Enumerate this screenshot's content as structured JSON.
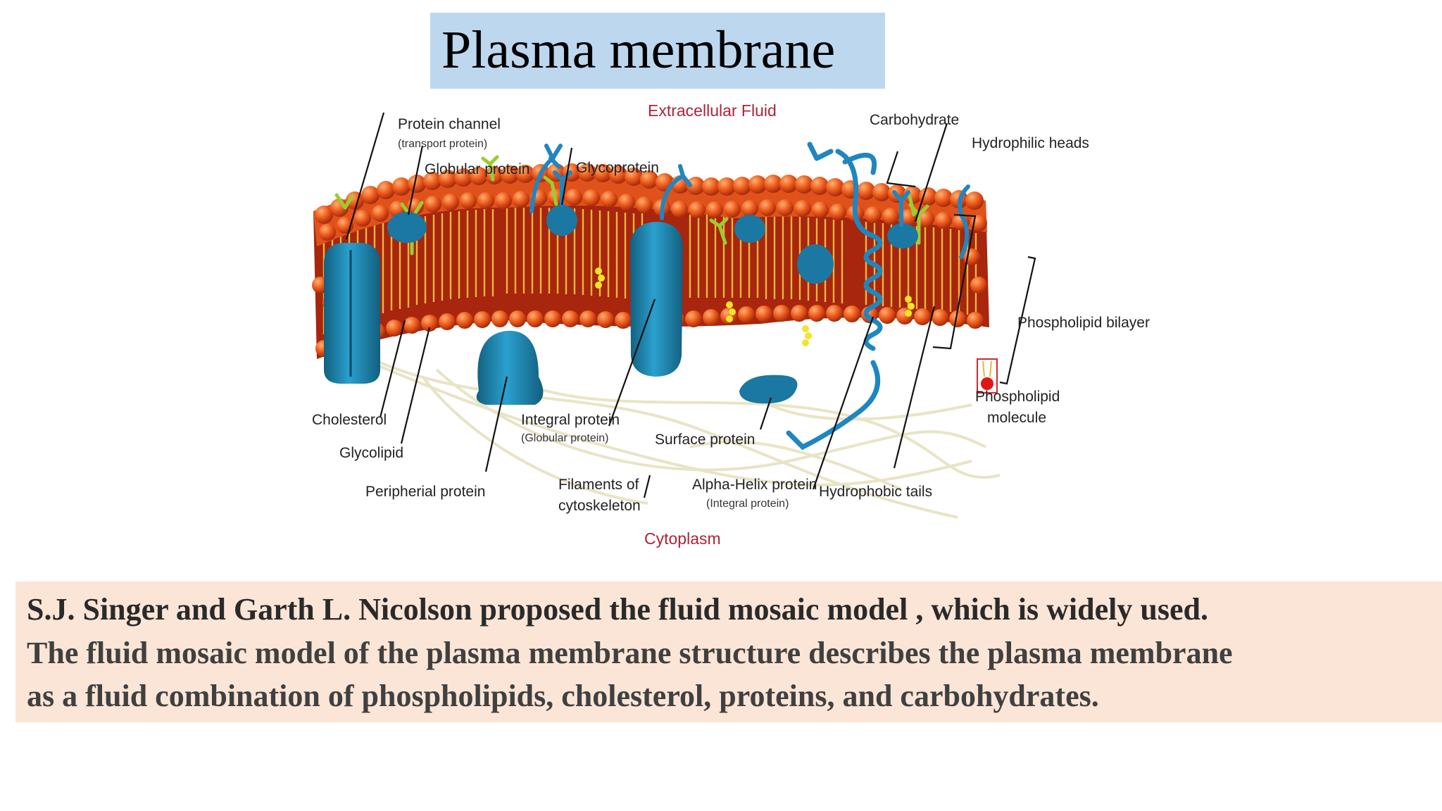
{
  "slide": {
    "title": "Plasma membrane",
    "body_lines": [
      "S.J. Singer and Garth L. Nicolson proposed the fluid mosaic model , which is widely used.",
      "The fluid mosaic model of the plasma membrane structure describes the plasma membrane",
      "as a fluid combination of phospholipids, cholesterol, proteins, and carbohydrates."
    ]
  },
  "diagram": {
    "region_top": "Extracellular Fluid",
    "region_bottom": "Cytoplasm",
    "labels": {
      "protein_channel": "Protein channel",
      "protein_channel_sub": "(transport protein)",
      "globular_protein": "Globular protein",
      "glycoprotein": "Glycoprotein",
      "carbohydrate": "Carbohydrate",
      "hydrophilic_heads": "Hydrophilic heads",
      "phospholipid_bilayer": "Phospholipid bilayer",
      "phospholipid_molecule_1": "Phospholipid",
      "phospholipid_molecule_2": "molecule",
      "cholesterol": "Cholesterol",
      "glycolipid": "Glycolipid",
      "peripheral_protein": "Peripherial protein",
      "integral_protein": "Integral protein",
      "integral_protein_sub": "(Globular protein)",
      "surface_protein": "Surface protein",
      "filaments_1": "Filaments of",
      "filaments_2": "cytoskeleton",
      "alpha_helix": "Alpha-Helix protein",
      "alpha_helix_sub": "(Integral protein)",
      "hydrophobic_tails": "Hydrophobic tails"
    },
    "colors": {
      "head_fill": "#e8501a",
      "head_dark": "#b8320e",
      "tail": "#e0b030",
      "protein": "#1e86b5",
      "protein_dark": "#12607f",
      "cholesterol": "#f2e42a",
      "glycolipid": "#9ccc32",
      "filament": "#e6e2c4",
      "region_label": "#b0223a"
    }
  }
}
